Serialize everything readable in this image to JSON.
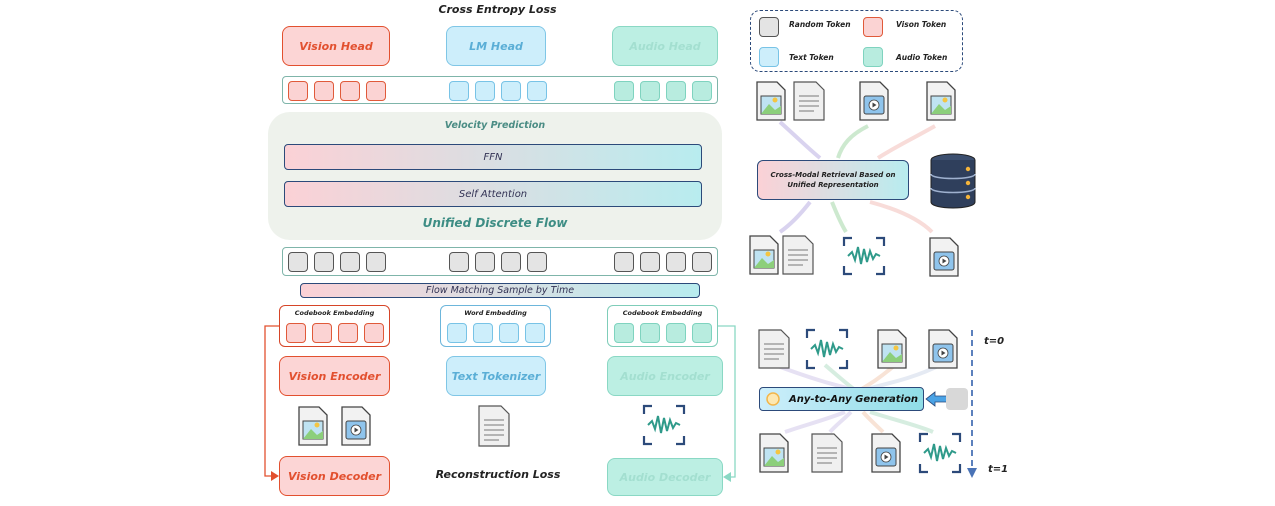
{
  "top_title": "Cross Entropy Loss",
  "heads": {
    "vision": "Vision Head",
    "lm": "LM Head",
    "audio": "Audio Head"
  },
  "flow": {
    "velocity": "Velocity Prediction",
    "ffn": "FFN",
    "attention": "Self Attention",
    "title": "Unified Discrete Flow"
  },
  "sample_bar": "Flow Matching Sample by Time",
  "embeddings": {
    "codebook_left": "Codebook Embedding",
    "word": "Word Embedding",
    "codebook_right": "Codebook Embedding"
  },
  "encoders": {
    "vision": "Vision Encoder",
    "text": "Text Tokenizer",
    "audio": "Audio Encoder"
  },
  "decoders": {
    "vision": "Vision Decoder",
    "audio": "Audio Decoder"
  },
  "recon_loss": "Reconstruction Loss",
  "legend": {
    "random": "Random Token",
    "vision": "Vison Token",
    "text": "Text Token",
    "audio": "Audio Token"
  },
  "retrieval": {
    "line1": "Cross-Modal Retrieval Based on",
    "line2": "Unified Representation"
  },
  "generation": "Any-to-Any Generation",
  "time": {
    "start": "t=0",
    "end": "t=1"
  },
  "colors": {
    "vision": "#e2502f",
    "text": "#7fc6e6",
    "audio": "#8ad8c4",
    "accent": "#2c4a7a"
  }
}
